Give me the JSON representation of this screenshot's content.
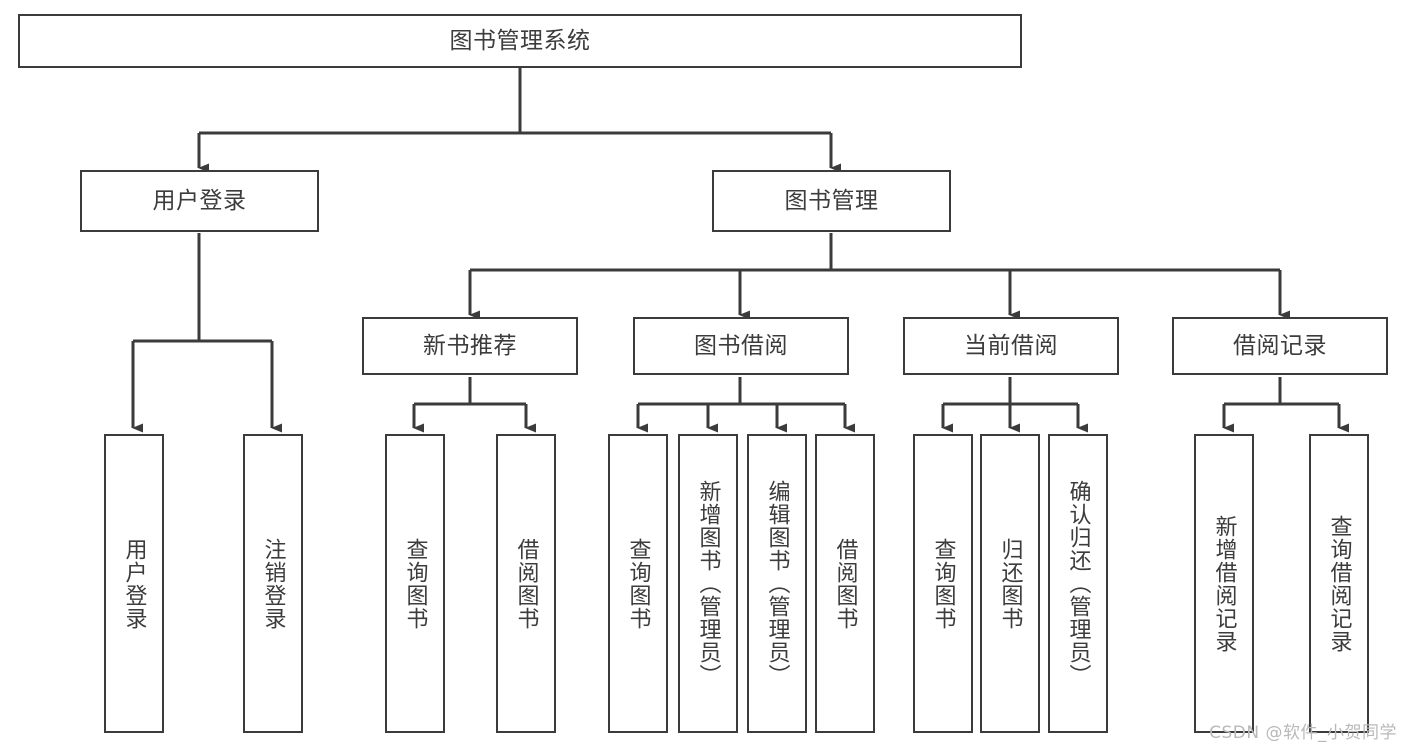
{
  "diagram": {
    "title": "图书管理系统",
    "type": "hierarchy-tree",
    "watermark": "CSDN @软件_小贺同学",
    "colors": {
      "stroke": "#3b3b3b",
      "text": "#3c3c3c",
      "background": "#ffffff",
      "watermark": "#b9b9b9"
    },
    "levels": [
      {
        "level": 1,
        "nodes": [
          {
            "id": "root",
            "label": "图书管理系统",
            "orientation": "horizontal"
          }
        ]
      },
      {
        "level": 2,
        "nodes": [
          {
            "id": "user-login",
            "label": "用户登录",
            "orientation": "horizontal"
          },
          {
            "id": "book-manage",
            "label": "图书管理",
            "orientation": "horizontal"
          }
        ]
      },
      {
        "level": 3,
        "nodes": [
          {
            "id": "new-book-rec",
            "label": "新书推荐",
            "orientation": "horizontal"
          },
          {
            "id": "book-borrow",
            "label": "图书借阅",
            "orientation": "horizontal"
          },
          {
            "id": "current-borrow",
            "label": "当前借阅",
            "orientation": "horizontal"
          },
          {
            "id": "borrow-record",
            "label": "借阅记录",
            "orientation": "horizontal"
          }
        ]
      },
      {
        "level": 4,
        "nodes": [
          {
            "id": "leaf-user-login",
            "label": "用户登录",
            "orientation": "vertical",
            "parent": "user-login"
          },
          {
            "id": "leaf-user-logout",
            "label": "注销登录",
            "orientation": "vertical",
            "parent": "user-login"
          },
          {
            "id": "leaf-query-book-1",
            "label": "查询图书",
            "orientation": "vertical",
            "parent": "new-book-rec"
          },
          {
            "id": "leaf-borrow-book-1",
            "label": "借阅图书",
            "orientation": "vertical",
            "parent": "new-book-rec"
          },
          {
            "id": "leaf-query-book-2",
            "label": "查询图书",
            "orientation": "vertical",
            "parent": "book-borrow"
          },
          {
            "id": "leaf-add-book",
            "label": "新增图书（管理员）",
            "orientation": "vertical",
            "parent": "book-borrow"
          },
          {
            "id": "leaf-edit-book",
            "label": "编辑图书（管理员）",
            "orientation": "vertical",
            "parent": "book-borrow"
          },
          {
            "id": "leaf-borrow-book-2",
            "label": "借阅图书",
            "orientation": "vertical",
            "parent": "book-borrow"
          },
          {
            "id": "leaf-query-book-3",
            "label": "查询图书",
            "orientation": "vertical",
            "parent": "current-borrow"
          },
          {
            "id": "leaf-return-book",
            "label": "归还图书",
            "orientation": "vertical",
            "parent": "current-borrow"
          },
          {
            "id": "leaf-confirm-return",
            "label": "确认归还（管理员）",
            "orientation": "vertical",
            "parent": "current-borrow"
          },
          {
            "id": "leaf-add-record",
            "label": "新增借阅记录",
            "orientation": "vertical",
            "parent": "borrow-record"
          },
          {
            "id": "leaf-query-record",
            "label": "查询借阅记录",
            "orientation": "vertical",
            "parent": "borrow-record"
          }
        ]
      }
    ]
  }
}
